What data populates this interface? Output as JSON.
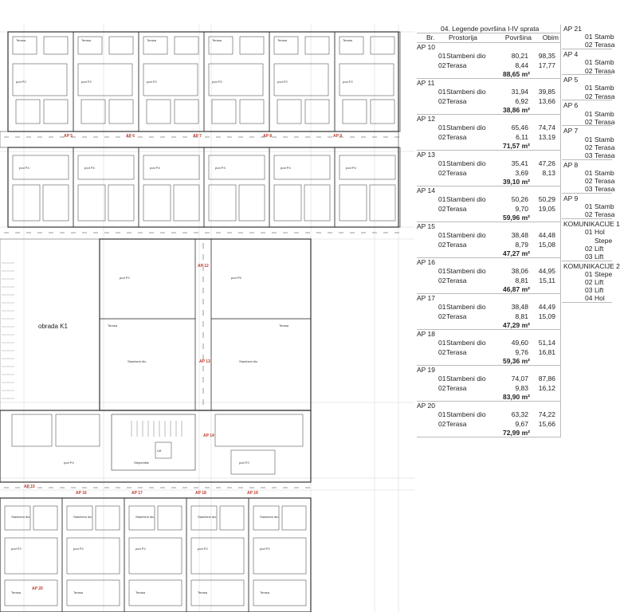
{
  "plan": {
    "area_label": "obrada K1",
    "ap_markers": [
      "AP 5",
      "AP 6",
      "AP 7",
      "AP 8",
      "AP 9",
      "AP 12",
      "AP 13",
      "AP 14",
      "AP 15",
      "AP 16",
      "AP 17",
      "AP 18",
      "AP 19",
      "AP 20"
    ],
    "room_labels": [
      "Terasa",
      "Stambeni dio",
      "pod P2",
      "pod P4",
      "pod P5",
      "Lift",
      "Stepenište"
    ]
  },
  "legend": {
    "title": "04. Legende površina I-IV sprata",
    "headers": {
      "no": "Br.",
      "room": "Prostorija",
      "area": "Površina",
      "perimeter": "Obim"
    },
    "units": [
      {
        "name": "AP 10",
        "rows": [
          {
            "no": "01",
            "room": "Stambeni dio",
            "area": "80,21",
            "perimeter": "98,35"
          },
          {
            "no": "02",
            "room": "Terasa",
            "area": "8,44",
            "perimeter": "17,77"
          }
        ],
        "total": "88,65 m²"
      },
      {
        "name": "AP 11",
        "rows": [
          {
            "no": "01",
            "room": "Stambeni dio",
            "area": "31,94",
            "perimeter": "39,85"
          },
          {
            "no": "02",
            "room": "Terasa",
            "area": "6,92",
            "perimeter": "13,66"
          }
        ],
        "total": "38,86 m²"
      },
      {
        "name": "AP 12",
        "rows": [
          {
            "no": "01",
            "room": "Stambeni dio",
            "area": "65,46",
            "perimeter": "74,74"
          },
          {
            "no": "02",
            "room": "Terasa",
            "area": "6,11",
            "perimeter": "13,19"
          }
        ],
        "total": "71,57 m²"
      },
      {
        "name": "AP 13",
        "rows": [
          {
            "no": "01",
            "room": "Stambeni dio",
            "area": "35,41",
            "perimeter": "47,26"
          },
          {
            "no": "02",
            "room": "Terasa",
            "area": "3,69",
            "perimeter": "8,13"
          }
        ],
        "total": "39,10 m²"
      },
      {
        "name": "AP 14",
        "rows": [
          {
            "no": "01",
            "room": "Stambeni dio",
            "area": "50,26",
            "perimeter": "50,29"
          },
          {
            "no": "02",
            "room": "Terasa",
            "area": "9,70",
            "perimeter": "19,05"
          }
        ],
        "total": "59,96 m²"
      },
      {
        "name": "AP 15",
        "rows": [
          {
            "no": "01",
            "room": "Stambeni dio",
            "area": "38,48",
            "perimeter": "44,48"
          },
          {
            "no": "02",
            "room": "Terasa",
            "area": "8,79",
            "perimeter": "15,08"
          }
        ],
        "total": "47,27 m²"
      },
      {
        "name": "AP 16",
        "rows": [
          {
            "no": "01",
            "room": "Stambeni dio",
            "area": "38,06",
            "perimeter": "44,95"
          },
          {
            "no": "02",
            "room": "Terasa",
            "area": "8,81",
            "perimeter": "15,11"
          }
        ],
        "total": "46,87 m²"
      },
      {
        "name": "AP 17",
        "rows": [
          {
            "no": "01",
            "room": "Stambeni dio",
            "area": "38,48",
            "perimeter": "44,49"
          },
          {
            "no": "02",
            "room": "Terasa",
            "area": "8,81",
            "perimeter": "15,09"
          }
        ],
        "total": "47,29 m²"
      },
      {
        "name": "AP 18",
        "rows": [
          {
            "no": "01",
            "room": "Stambeni dio",
            "area": "49,60",
            "perimeter": "51,14"
          },
          {
            "no": "02",
            "room": "Terasa",
            "area": "9,76",
            "perimeter": "16,81"
          }
        ],
        "total": "59,36 m²"
      },
      {
        "name": "AP 19",
        "rows": [
          {
            "no": "01",
            "room": "Stambeni dio",
            "area": "74,07",
            "perimeter": "87,86"
          },
          {
            "no": "02",
            "room": "Terasa",
            "area": "9,83",
            "perimeter": "16,12"
          }
        ],
        "total": "83,90 m²"
      },
      {
        "name": "AP 20",
        "rows": [
          {
            "no": "01",
            "room": "Stambeni dio",
            "area": "63,32",
            "perimeter": "74,22"
          },
          {
            "no": "02",
            "room": "Terasa",
            "area": "9,67",
            "perimeter": "15,66"
          }
        ],
        "total": "72,99 m²"
      }
    ],
    "right_column": [
      {
        "name": "AP 21",
        "rows": [
          {
            "no": "01",
            "room": "Stamb"
          },
          {
            "no": "02",
            "room": "Terasa"
          }
        ]
      },
      {
        "name": "AP 4",
        "rows": [
          {
            "no": "01",
            "room": "Stamb"
          },
          {
            "no": "02",
            "room": "Terasa"
          }
        ]
      },
      {
        "name": "AP 5",
        "rows": [
          {
            "no": "01",
            "room": "Stamb"
          },
          {
            "no": "02",
            "room": "Terasa"
          }
        ]
      },
      {
        "name": "AP 6",
        "rows": [
          {
            "no": "01",
            "room": "Stamb"
          },
          {
            "no": "02",
            "room": "Terasa"
          }
        ]
      },
      {
        "name": "AP 7",
        "rows": [
          {
            "no": "01",
            "room": "Stamb"
          },
          {
            "no": "02",
            "room": "Terasa"
          },
          {
            "no": "03",
            "room": "Terasa"
          }
        ]
      },
      {
        "name": "AP 8",
        "rows": [
          {
            "no": "01",
            "room": "Stamb"
          },
          {
            "no": "02",
            "room": "Terasa"
          },
          {
            "no": "03",
            "room": "Terasa"
          }
        ]
      },
      {
        "name": "AP 9",
        "rows": [
          {
            "no": "01",
            "room": "Stamb"
          },
          {
            "no": "02",
            "room": "Terasa"
          }
        ]
      },
      {
        "name": "KOMUNIKACIJE 1",
        "rows": [
          {
            "no": "01",
            "room": "Hol"
          },
          {
            "no": "",
            "room": "Stepe"
          },
          {
            "no": "02",
            "room": "Lift"
          },
          {
            "no": "03",
            "room": "Lift"
          }
        ]
      },
      {
        "name": "KOMUNIKACIJE 2",
        "rows": [
          {
            "no": "01",
            "room": "Stepe"
          },
          {
            "no": "02",
            "room": "Lift"
          },
          {
            "no": "03",
            "room": "Lift"
          },
          {
            "no": "04",
            "room": "Hol"
          }
        ]
      }
    ]
  }
}
